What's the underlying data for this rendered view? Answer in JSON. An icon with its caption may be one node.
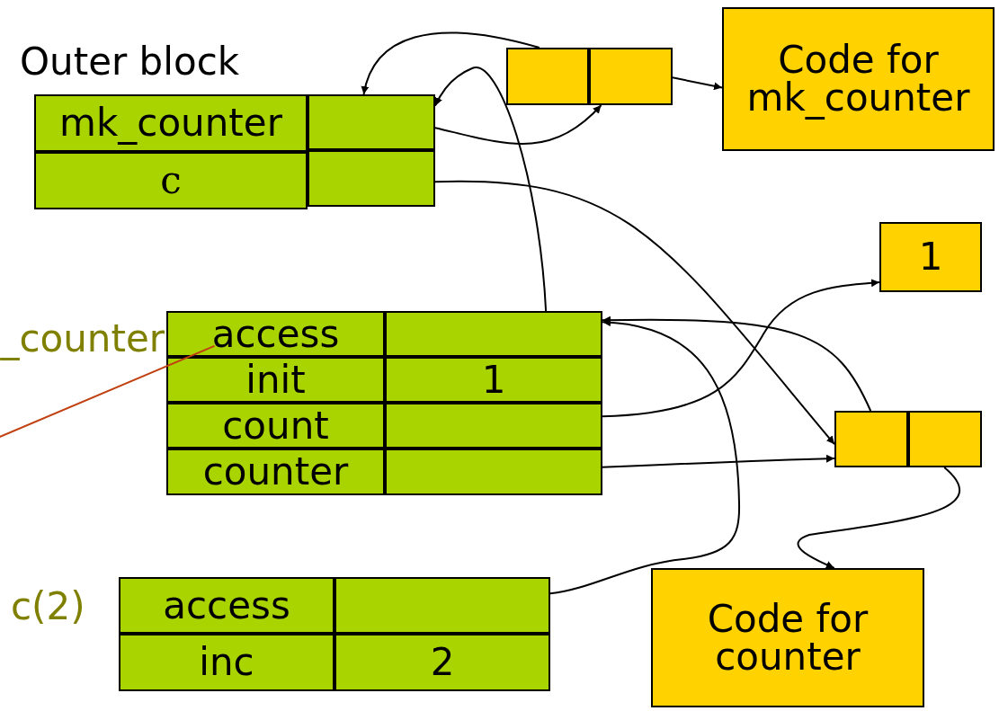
{
  "diagram": {
    "nodes": [
      {
        "text": [
          "Outer block"
        ]
      },
      {
        "text": [
          "mk_counter"
        ],
        "in": 0
      },
      {
        "text": [],
        "shape": "box",
        "in": 0
      },
      {
        "text": [
          "c"
        ],
        "in": 0
      },
      {
        "text": [],
        "shape": "box",
        "in": 0
      },
      {
        "text": [],
        "shape": "box"
      },
      {
        "text": [],
        "shape": "box",
        "in": 5
      },
      {
        "text": [],
        "shape": "box",
        "in": 5
      },
      {
        "text": [
          "Code for mk_counter"
        ]
      },
      {
        "text": [
          "1"
        ]
      },
      {
        "text": [
          "_counter"
        ]
      },
      {
        "text": [
          "access"
        ],
        "in": 10
      },
      {
        "text": [],
        "shape": "box",
        "in": 10
      },
      {
        "text": [
          "init"
        ],
        "in": 10
      },
      {
        "text": [
          "1"
        ],
        "in": 10
      },
      {
        "text": [
          "count"
        ],
        "in": 10
      },
      {
        "text": [],
        "shape": "box",
        "in": 10
      },
      {
        "text": [
          "counter"
        ],
        "in": 10
      },
      {
        "text": [],
        "shape": "box",
        "in": 10
      },
      {
        "text": [],
        "shape": "box"
      },
      {
        "text": [],
        "shape": "box",
        "in": 19
      },
      {
        "text": [],
        "shape": "box",
        "in": 19
      },
      {
        "text": [
          "Code for counter"
        ]
      },
      {
        "text": [
          "c(2)"
        ]
      },
      {
        "text": [
          "access"
        ],
        "in": 23
      },
      {
        "text": [],
        "shape": "box",
        "in": 23
      },
      {
        "text": [
          "inc"
        ],
        "in": 23
      },
      {
        "text": [
          "2"
        ],
        "in": 23
      }
    ],
    "edges": [
      {
        "from": 6,
        "to": 2,
        "arrow": "to"
      },
      {
        "from": 7,
        "to": 8,
        "arrow": "to"
      },
      {
        "from": 2,
        "to": 5,
        "arrow": "to"
      },
      {
        "from": 4,
        "to": 19,
        "arrow": "to"
      },
      {
        "from": 12,
        "to": 0,
        "arrow": "to"
      },
      {
        "from": 16,
        "to": 9,
        "arrow": "to"
      },
      {
        "from": 18,
        "to": 19,
        "arrow": "to"
      },
      {
        "from": 20,
        "to": 10,
        "arrow": "to"
      },
      {
        "from": 21,
        "to": 22,
        "arrow": "to"
      },
      {
        "from": 25,
        "to": 10,
        "arrow": "to"
      },
      {
        "from": null,
        "to": 11,
        "arrow": "none",
        "color": "#c04010"
      }
    ]
  }
}
